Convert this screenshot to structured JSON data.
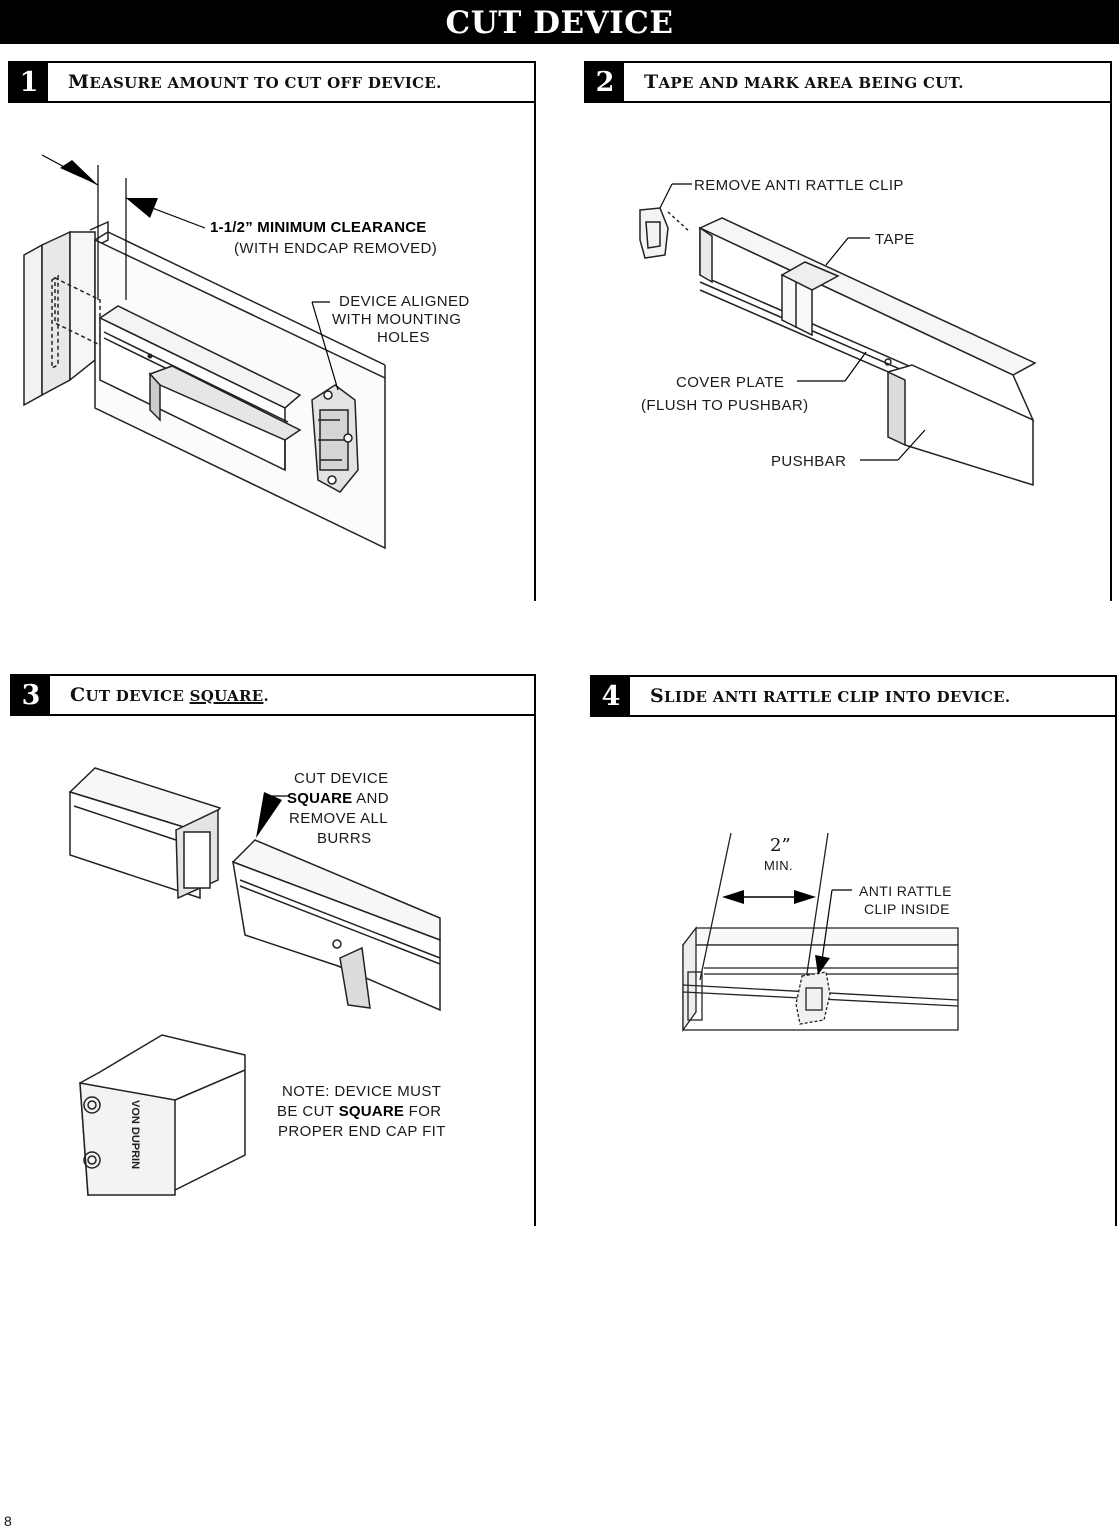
{
  "banner": {
    "title": "CUT DEVICE"
  },
  "steps": [
    {
      "number": "1",
      "title_cap": "M",
      "title_rest": "EASURE AMOUNT TO CUT OFF DEVICE.",
      "labels": {
        "clearance": "1-1/2” MINIMUM CLEARANCE",
        "clearance_note": "(WITH ENDCAP REMOVED)",
        "aligned_line1": "DEVICE  ALIGNED",
        "aligned_line2": "WITH  MOUNTING",
        "aligned_line3": "HOLES"
      }
    },
    {
      "number": "2",
      "title_cap": "T",
      "title_rest": "APE AND MARK AREA BEING CUT.",
      "labels": {
        "remove_clip": "REMOVE ANTI RATTLE CLIP",
        "tape": "TAPE",
        "cover_plate": "COVER PLATE",
        "cover_plate_note": "(FLUSH TO PUSHBAR)",
        "pushbar": "PUSHBAR"
      }
    },
    {
      "number": "3",
      "title_cap": "C",
      "title_rest_pre": "UT DEVICE ",
      "title_underlined": "SQUARE",
      "title_rest_post": ".",
      "labels": {
        "cut_line1": "CUT DEVICE",
        "cut_line2_bold": "SQUARE",
        "cut_line2_rest": " AND",
        "cut_line3": "REMOVE  ALL",
        "cut_line4": "BURRS",
        "note_line1": "NOTE: DEVICE MUST",
        "note_line2_pre": "BE CUT  ",
        "note_line2_bold": "SQUARE",
        "note_line2_post": " FOR",
        "note_line3": "PROPER END CAP FIT",
        "brand": "VON DUPRIN"
      }
    },
    {
      "number": "4",
      "title_cap": "S",
      "title_rest": "LIDE ANTI RATTLE CLIP INTO DEVICE.",
      "labels": {
        "dimension": "2”",
        "dimension_unit": "MIN.",
        "clip_line1": "ANTI  RATTLE",
        "clip_line2": "CLIP  INSIDE"
      }
    }
  ],
  "footer": {
    "page_number": "8"
  }
}
